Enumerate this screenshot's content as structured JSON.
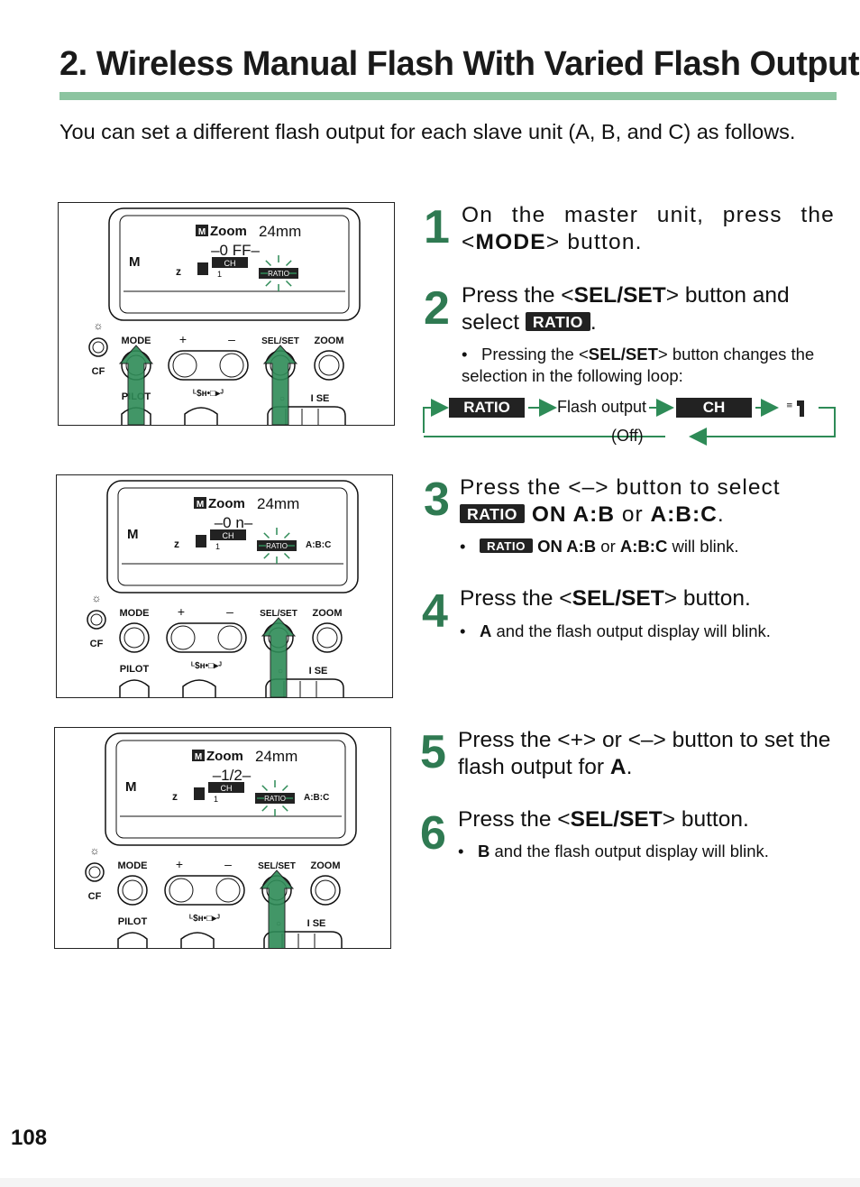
{
  "title": "2. Wireless Manual Flash With Varied Flash Output",
  "intro": "You can set a different flash output for each slave unit (A, B, and C) as follows.",
  "panels": [
    {
      "display": {
        "zoom_prefix": "M",
        "zoom_word": "Zoom",
        "zoom_value": "24mm",
        "mode": "M",
        "output": "–0 FF–",
        "z": "z",
        "ch": "CH",
        "ch_num": "1",
        "ratio": "RATIO",
        "ratio_group": ""
      }
    },
    {
      "display": {
        "zoom_prefix": "M",
        "zoom_word": "Zoom",
        "zoom_value": "24mm",
        "mode": "M",
        "output": "–0 n–",
        "z": "z",
        "ch": "CH",
        "ch_num": "1",
        "ratio": "RATIO",
        "ratio_group": "A:B:C"
      }
    },
    {
      "display": {
        "zoom_prefix": "M",
        "zoom_word": "Zoom",
        "zoom_value": "24mm",
        "mode": "M",
        "output": "–1/2–",
        "z": "z",
        "ch": "CH",
        "ch_num": "1",
        "ratio": "RATIO",
        "ratio_group": "A:B:C"
      }
    }
  ],
  "controls": {
    "mode": "MODE",
    "plus": "+",
    "minus": "–",
    "sel_set": "SEL/SET",
    "zoom": "ZOOM",
    "cf": "CF",
    "pilot": "PILOT",
    "sync": "ᴸ$ʜ•□▸ᴶ",
    "switch": "I   SE",
    "switch_off": "○"
  },
  "steps": [
    {
      "number": "1",
      "pre": "On the master unit, press the <",
      "bold": "MODE",
      "post": "> button."
    },
    {
      "number": "2",
      "pre": "Press the <",
      "bold": "SEL/SET",
      "post": "> button and select",
      "badge": "RATIO",
      "end": ".",
      "bullet": {
        "pre": "Pressing the <",
        "bold": "SEL/SET",
        "post": "> button changes the selection in the following loop:"
      }
    },
    {
      "number": "3",
      "pre": "Press the <–> button to select",
      "badge": "RATIO",
      "bold1": "ON A:B",
      "mid": " or ",
      "bold2": "A:B:C",
      "end": ".",
      "bullet": {
        "badge": "RATIO",
        "bold1": "ON A:B",
        "mid": " or ",
        "bold2": "A:B:C",
        "post": " will blink."
      }
    },
    {
      "number": "4",
      "pre": "Press the <",
      "bold": "SEL/SET",
      "post": "> button.",
      "bullet": {
        "bold": "A",
        "post": " and the flash output display will blink."
      }
    },
    {
      "number": "5",
      "pre": "Press the <+> or <–> button to set the flash output for ",
      "bold": "A",
      "post": "."
    },
    {
      "number": "6",
      "pre": "Press the <",
      "bold": "SEL/SET",
      "post": "> button.",
      "bullet": {
        "bold": "B",
        "post": " and the flash output display will blink."
      }
    }
  ],
  "loop": {
    "ratio": "RATIO",
    "flash_output": "Flash output",
    "ch": "CH",
    "off": "(Off)"
  },
  "page_number": "108",
  "colors": {
    "accent_green": "#2f7a52",
    "rule": "#8cc4a0",
    "arrow_green": "#2e8b57",
    "badge_bg": "#222222"
  }
}
